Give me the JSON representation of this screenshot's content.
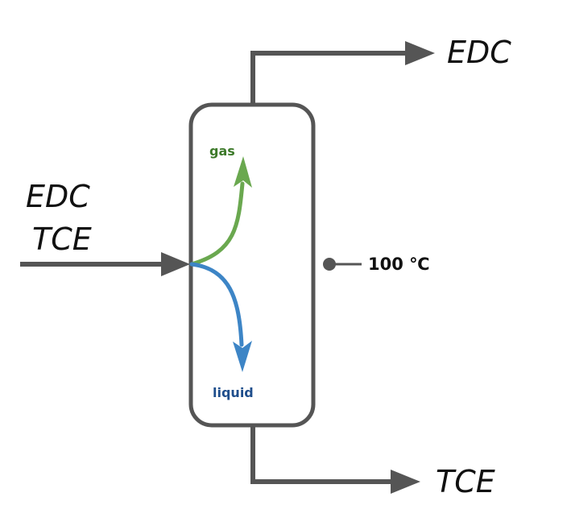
{
  "feed": {
    "line1": "EDC",
    "line2": "TCE"
  },
  "top_product": {
    "label": "EDC"
  },
  "bottom_product": {
    "label": "TCE"
  },
  "vessel": {
    "gas_label": "gas",
    "liquid_label": "liquid",
    "temperature": "100 ℃"
  },
  "colors": {
    "line": "#555555",
    "gas": "#6aa84f",
    "gas_text": "#3d7a2a",
    "liquid": "#3d85c6",
    "liquid_text": "#1f4e8c"
  }
}
